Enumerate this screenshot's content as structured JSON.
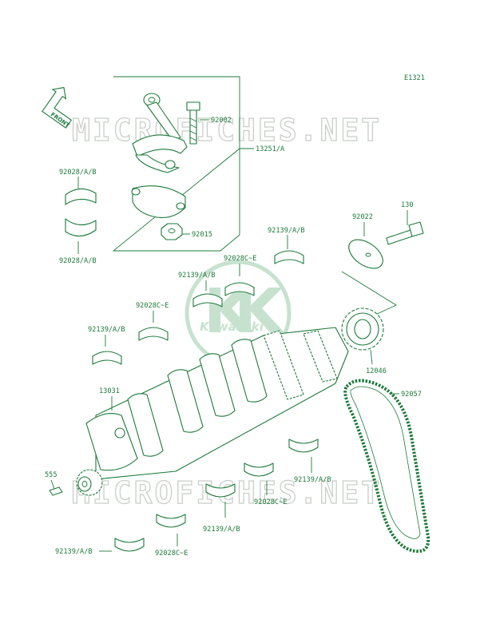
{
  "diagram": {
    "code": "E1321",
    "front_label": "FRONT",
    "watermark": "MICROFICHES.NET",
    "logo_text": "Kawasaki",
    "accent_color": "#1d7a3a",
    "watermark_color": "#c9cfc9",
    "logo_color": "#b9dcc2",
    "labels": {
      "p92002": "92002",
      "p13251": "13251/A",
      "p92028_top1": "92028/A/B",
      "p92028_top2": "92028/A/B",
      "p92015": "92015",
      "p130": "130",
      "p92022": "92022",
      "p92139_a": "92139/A/B",
      "p92028c_a": "92028C~E",
      "p92139_b": "92139/A/B",
      "p92028c_b": "92028C~E",
      "p92139_c": "92139/A/B",
      "p12046": "12046",
      "p13031": "13031",
      "p92057": "92057",
      "p555": "555",
      "p92139_d": "92139/A/B",
      "p92028c_c": "92028C~E",
      "p92139_e": "92139/A/B",
      "p92139_f": "92139/A/B",
      "p92028c_d": "92028C~E"
    }
  }
}
